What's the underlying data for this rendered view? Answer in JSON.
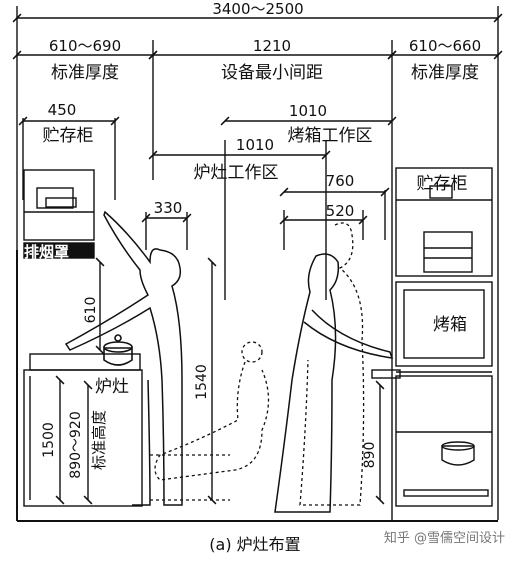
{
  "dimensions": {
    "overall": "3400～2500",
    "left_depth": "610～690",
    "middle_clearance": "1210",
    "right_depth": "610～660",
    "storage_left_width": "450",
    "oven_zone": "1010",
    "stove_zone": "1010",
    "shoulder_width": "330",
    "oven_body_760": "760",
    "oven_body_520": "520",
    "hood_height": "610",
    "counter_height_left": "1500",
    "counter_height_range": "890～920",
    "eye_height": "1540",
    "oven_height": "890"
  },
  "labels": {
    "standard_depth_left": "标准厚度",
    "equipment_min_spacing": "设备最小间距",
    "standard_depth_right": "标准厚度",
    "storage_cabinet_left": "贮存柜",
    "oven_work_zone": "烤箱工作区",
    "stove_work_zone": "炉灶工作区",
    "range_hood": "排烟罩",
    "storage_cabinet_right": "贮存柜",
    "oven": "烤箱",
    "stove": "炉灶",
    "standard_height": "标准高度"
  },
  "caption": "(a) 炉灶布置",
  "watermark": "知乎 @雪儒空间设计",
  "colors": {
    "ink": "#111111",
    "background": "#ffffff"
  }
}
